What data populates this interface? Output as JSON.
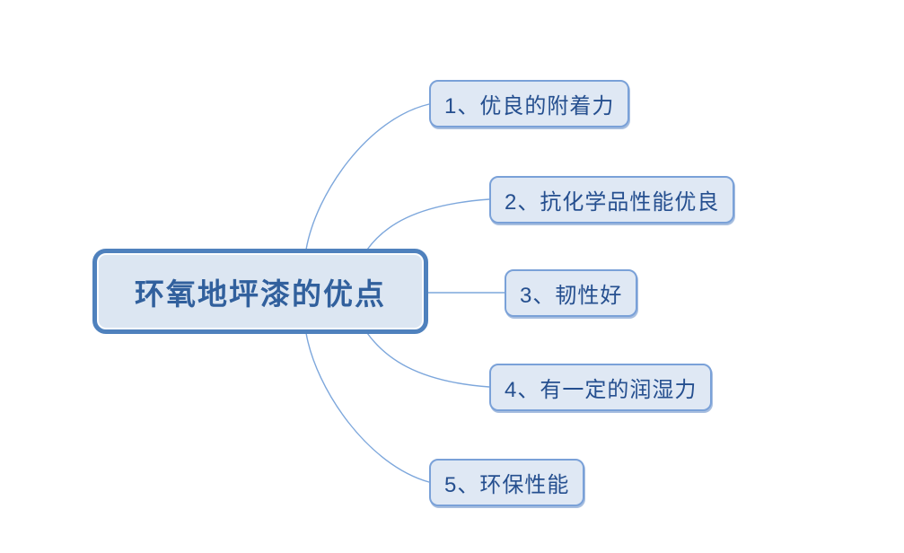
{
  "diagram": {
    "type": "mindmap",
    "root": {
      "label": "环氧地坪漆的优点"
    },
    "branches": [
      {
        "label": "1、优良的附着力"
      },
      {
        "label": "2、抗化学品性能优良"
      },
      {
        "label": "3、韧性好"
      },
      {
        "label": "4、有一定的润湿力"
      },
      {
        "label": "5、环保性能"
      }
    ],
    "colors": {
      "root_border": "#4f81bd",
      "root_fill": "#dce6f2",
      "root_text": "#31609d",
      "branch_border": "#7aa1d8",
      "branch_fill": "#dfe8f4",
      "branch_text": "#254f8f",
      "connector": "#7da7dc",
      "background": "#ffffff"
    }
  }
}
